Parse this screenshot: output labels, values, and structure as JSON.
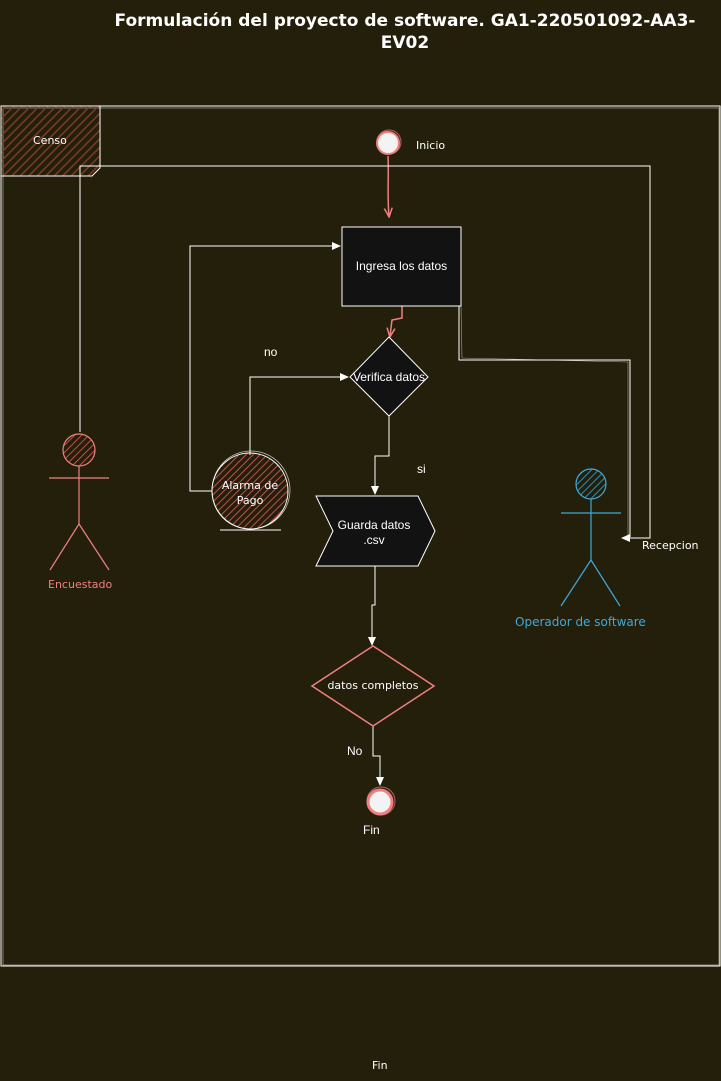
{
  "title": "Formulación del proyecto de software. GA1-220501092-AA3-EV02",
  "pool": {
    "label": "Censo"
  },
  "nodes": {
    "start": "Inicio",
    "input": "Ingresa los datos",
    "verify": "Verifica datos",
    "alarm": "Alarma de Pago",
    "save": "Guarda datos .csv",
    "complete": "datos completos",
    "end": "Fin"
  },
  "edges": {
    "no_label": "no",
    "yes_label": "si",
    "no_complete_label": "No",
    "reception_label": "Recepcion"
  },
  "actors": {
    "respondent": "Encuestado",
    "operator": "Operador de software"
  },
  "footer": "Fin",
  "colors": {
    "background": "#241f0b",
    "stroke": "#ffffff",
    "accent": "#f08080",
    "actor_blue": "#3fa9d8",
    "node_fill": "#121212"
  }
}
